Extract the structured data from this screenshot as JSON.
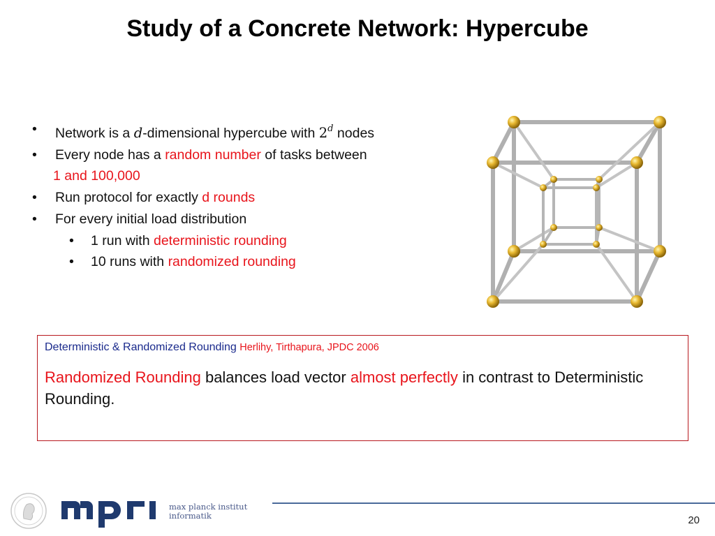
{
  "slide": {
    "title": "Study of a Concrete Network: Hypercube",
    "page_number": "20"
  },
  "bullets": {
    "b1_pre": "Network is a",
    "b1_d": "d",
    "b1_mid": "-dimensional hypercube with",
    "b1_base": "2",
    "b1_exp": "d",
    "b1_post": "nodes",
    "b2_pre": "Every node has a",
    "b2_red": "random number",
    "b2_post": "of tasks between",
    "b2_cont": "1 and 100,000",
    "b3_pre": "Run protocol for exactly",
    "b3_red": "d rounds",
    "b4": "For every initial load distribution",
    "s1_pre": "1 run with",
    "s1_red": "deterministic rounding",
    "s2_pre": "10 runs with",
    "s2_red": "randomized rounding",
    "marker": "•"
  },
  "box": {
    "heading": "Deterministic & Randomized Rounding",
    "citation": "Herlihy, Tirthapura, JPDC 2006",
    "body_red1": "Randomized Rounding",
    "body_mid": "balances load vector",
    "body_red2": "almost perfectly",
    "body_post": "in contrast to Deterministic Rounding."
  },
  "footer": {
    "logo_text_line1": "max planck institut",
    "logo_text_line2": "informatik"
  },
  "colors": {
    "accent_red": "#e8141b",
    "heading_blue": "#1a2a8c",
    "box_border": "#b8181e"
  }
}
